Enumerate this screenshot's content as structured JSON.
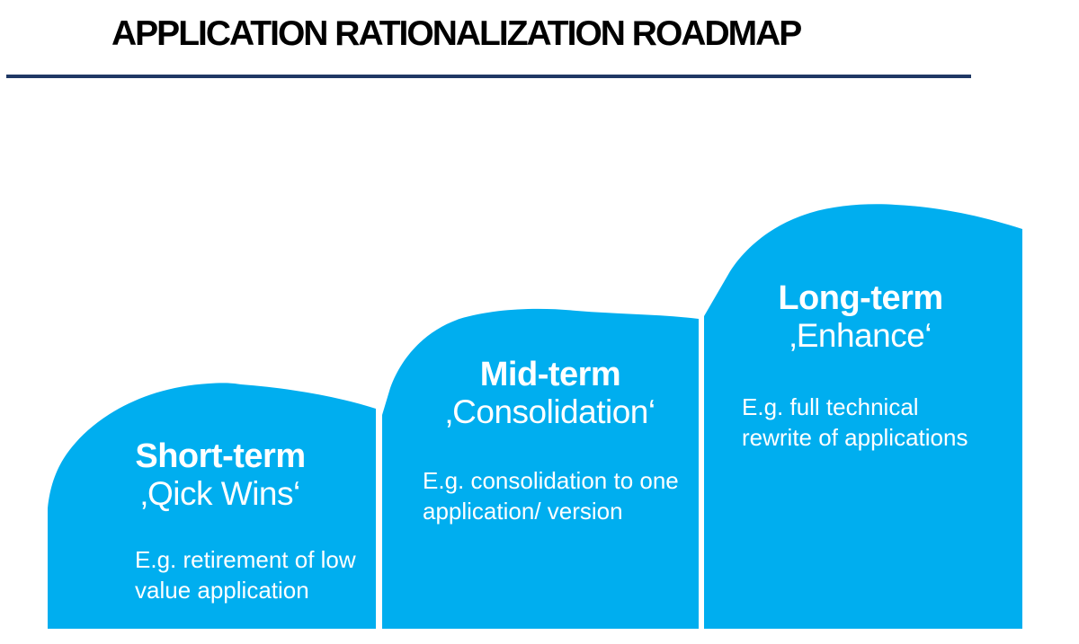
{
  "page": {
    "background": "#ffffff",
    "title": "APPLICATION RATIONALIZATION ROADMAP",
    "title_color": "#000000",
    "underline_color": "#1F3864"
  },
  "roadmap": {
    "hill_color": "#00AEEF",
    "text_color": "#ffffff",
    "stages": [
      {
        "id": "short-term",
        "heading": "Short-term",
        "subheading": "‚Qick Wins‘",
        "description_lines": [
          "E.g. retirement of low",
          "value application"
        ]
      },
      {
        "id": "mid-term",
        "heading": "Mid-term",
        "subheading": "‚Consolidation‘",
        "description_lines": [
          "E.g. consolidation to one",
          "application/ version"
        ]
      },
      {
        "id": "long-term",
        "heading": "Long-term",
        "subheading": "‚Enhance‘",
        "description_lines": [
          "E.g. full technical",
          "rewrite of applications"
        ]
      }
    ]
  }
}
